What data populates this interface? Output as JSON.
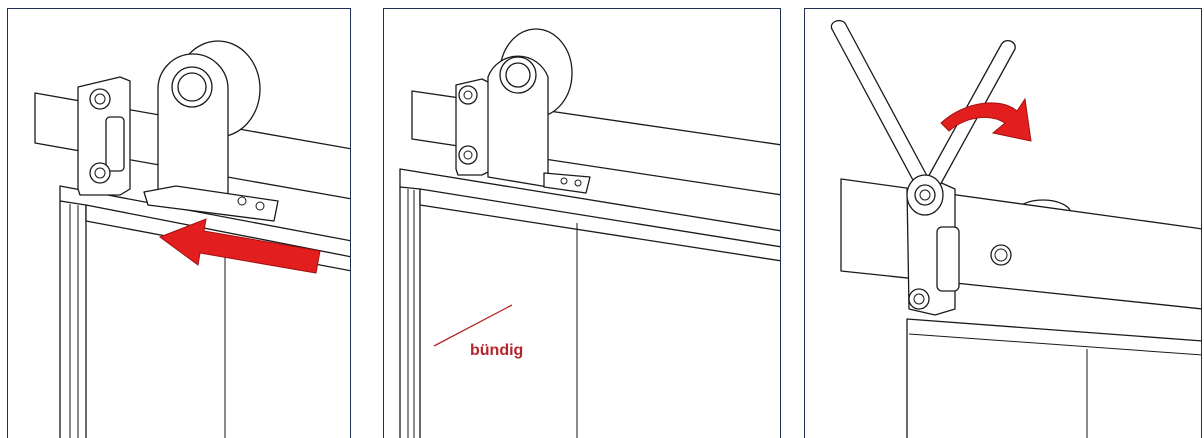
{
  "panels": [
    {
      "id": "step-1",
      "arrow": "slide-left"
    },
    {
      "id": "step-2",
      "annotation": "bündig"
    },
    {
      "id": "step-3",
      "arrow": "rotate-right"
    }
  ],
  "colors": {
    "frame": "#1f2f52",
    "arrow": "#e31e1e",
    "annotation": "#b3262d",
    "line": "#1a1a1a"
  },
  "icons": [
    "slide-left-arrow-icon",
    "rotate-arrow-icon",
    "wrench-icon"
  ]
}
